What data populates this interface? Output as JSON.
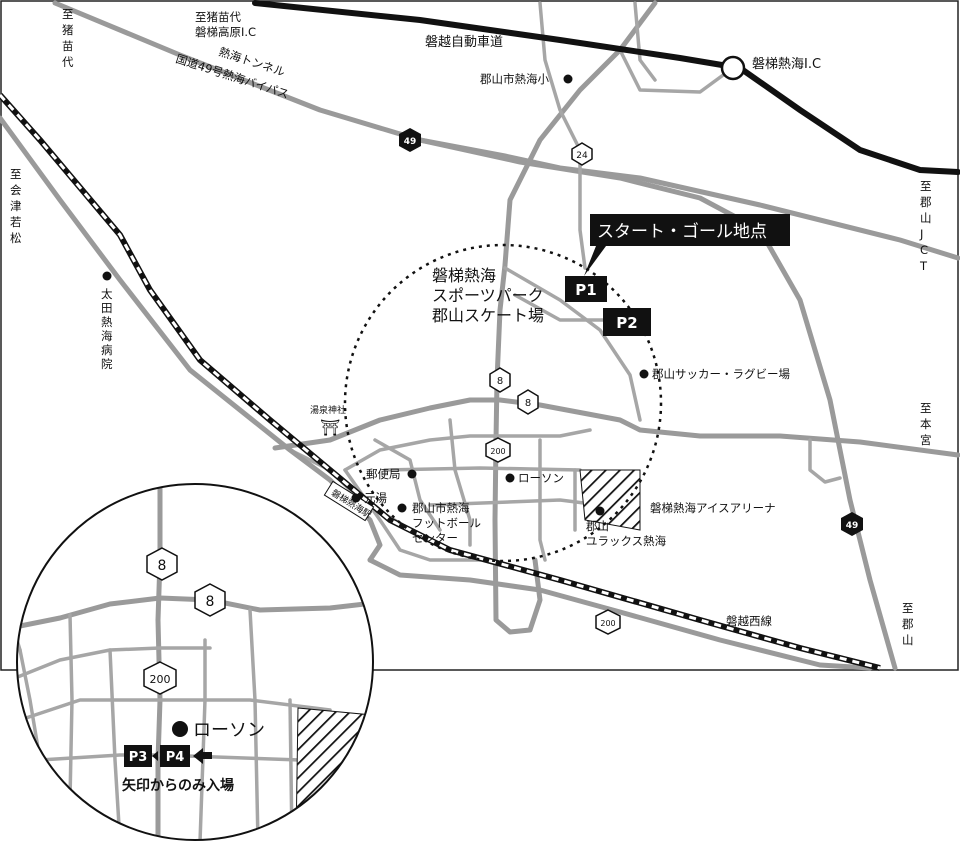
{
  "directions": {
    "inawashiro": "至猪苗代",
    "aizuwakamatsu": "至会津若松",
    "koriyama_jct": "至郡山JCT",
    "motomiya": "至本宮",
    "koriyama": "至郡山",
    "inawashiro_bandai": "至猪苗代\n磐梯高原I.C"
  },
  "roads": {
    "ban_etsu_expressway": "磐越自動車道",
    "atami_tunnel": "熱海トンネル",
    "route49_bypass": "国道49号熱海バイパス",
    "ban_etsu_west_line": "磐越西線"
  },
  "interchange": {
    "label": "磐梯熱海I.C"
  },
  "routes": {
    "r49": "49",
    "r24": "24",
    "r8": "8",
    "r200": "200"
  },
  "facility": {
    "sports_park": "磐梯熱海\nスポーツパーク\n郡山スケート場"
  },
  "callout": {
    "start_goal": "スタート・ゴール地点"
  },
  "parking": {
    "p1": "P1",
    "p2": "P2",
    "p3": "P3",
    "p4": "P4"
  },
  "poi": {
    "atami_elementary": "郡山市熱海小",
    "ota_hospital": "太田熱海病院",
    "yusen_shrine": "湯泉神社",
    "shrine_symbol": "⛩",
    "post_office": "郵便局",
    "bathhouse": "元湯",
    "football_center": "郡山市熱海\nフットボール\nセンター",
    "lawson": "ローソン",
    "soccer_field": "郡山サッカー・ラグビー場",
    "ice_arena": "磐梯熱海アイスアリーナ",
    "yurax": "郡山\nユラックス熱海",
    "station": "磐梯熱海駅"
  },
  "inset": {
    "lawson": "ローソン",
    "entry_note": "矢印からのみ入場"
  }
}
